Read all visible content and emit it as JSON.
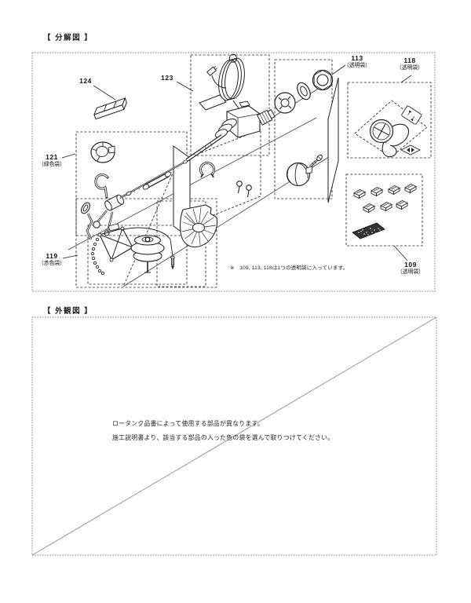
{
  "exploded": {
    "title": "【 分解図 】",
    "note": "※　109, 113, 118は1つの透明袋に入っています。",
    "labels": {
      "p124": {
        "num": "124"
      },
      "p123": {
        "num": "123"
      },
      "p113": {
        "num": "113",
        "bag": "（透明袋）"
      },
      "p118": {
        "num": "118",
        "bag": "（透明袋）"
      },
      "p121": {
        "num": "121",
        "bag": "（緑色袋）"
      },
      "p119": {
        "num": "119",
        "bag": "（赤色袋）"
      },
      "p109": {
        "num": "109",
        "bag": "（透明袋）"
      }
    }
  },
  "external": {
    "title": "【 外観図 】",
    "line1": "ロータンク品番によって使用する部品が異なります。",
    "line2": "施工説明書より、該当する部品の入った色の袋を選んで取りつけてください。"
  },
  "colors": {
    "ink": "#1a1a1a",
    "frame": "#8f8f8f"
  }
}
